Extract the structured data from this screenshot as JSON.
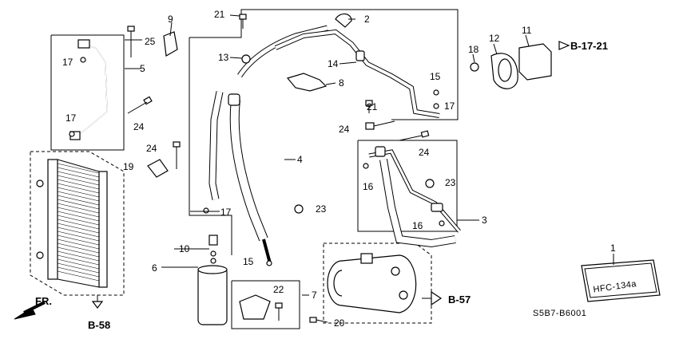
{
  "diagram": {
    "callouts": [
      "1",
      "2",
      "3",
      "4",
      "5",
      "6",
      "7",
      "8",
      "9",
      "10",
      "11",
      "12",
      "13",
      "14",
      "15",
      "16",
      "17",
      "18",
      "19",
      "20",
      "21",
      "22",
      "23",
      "24",
      "25"
    ],
    "refs": [
      "B-17-21",
      "B-57",
      "B-58"
    ],
    "front_label": "FR.",
    "drawing_code": "S5B7-B6001",
    "label_plate_text": "HFC-134a"
  },
  "colors": {
    "ink": "#000000",
    "paper": "#ffffff"
  }
}
